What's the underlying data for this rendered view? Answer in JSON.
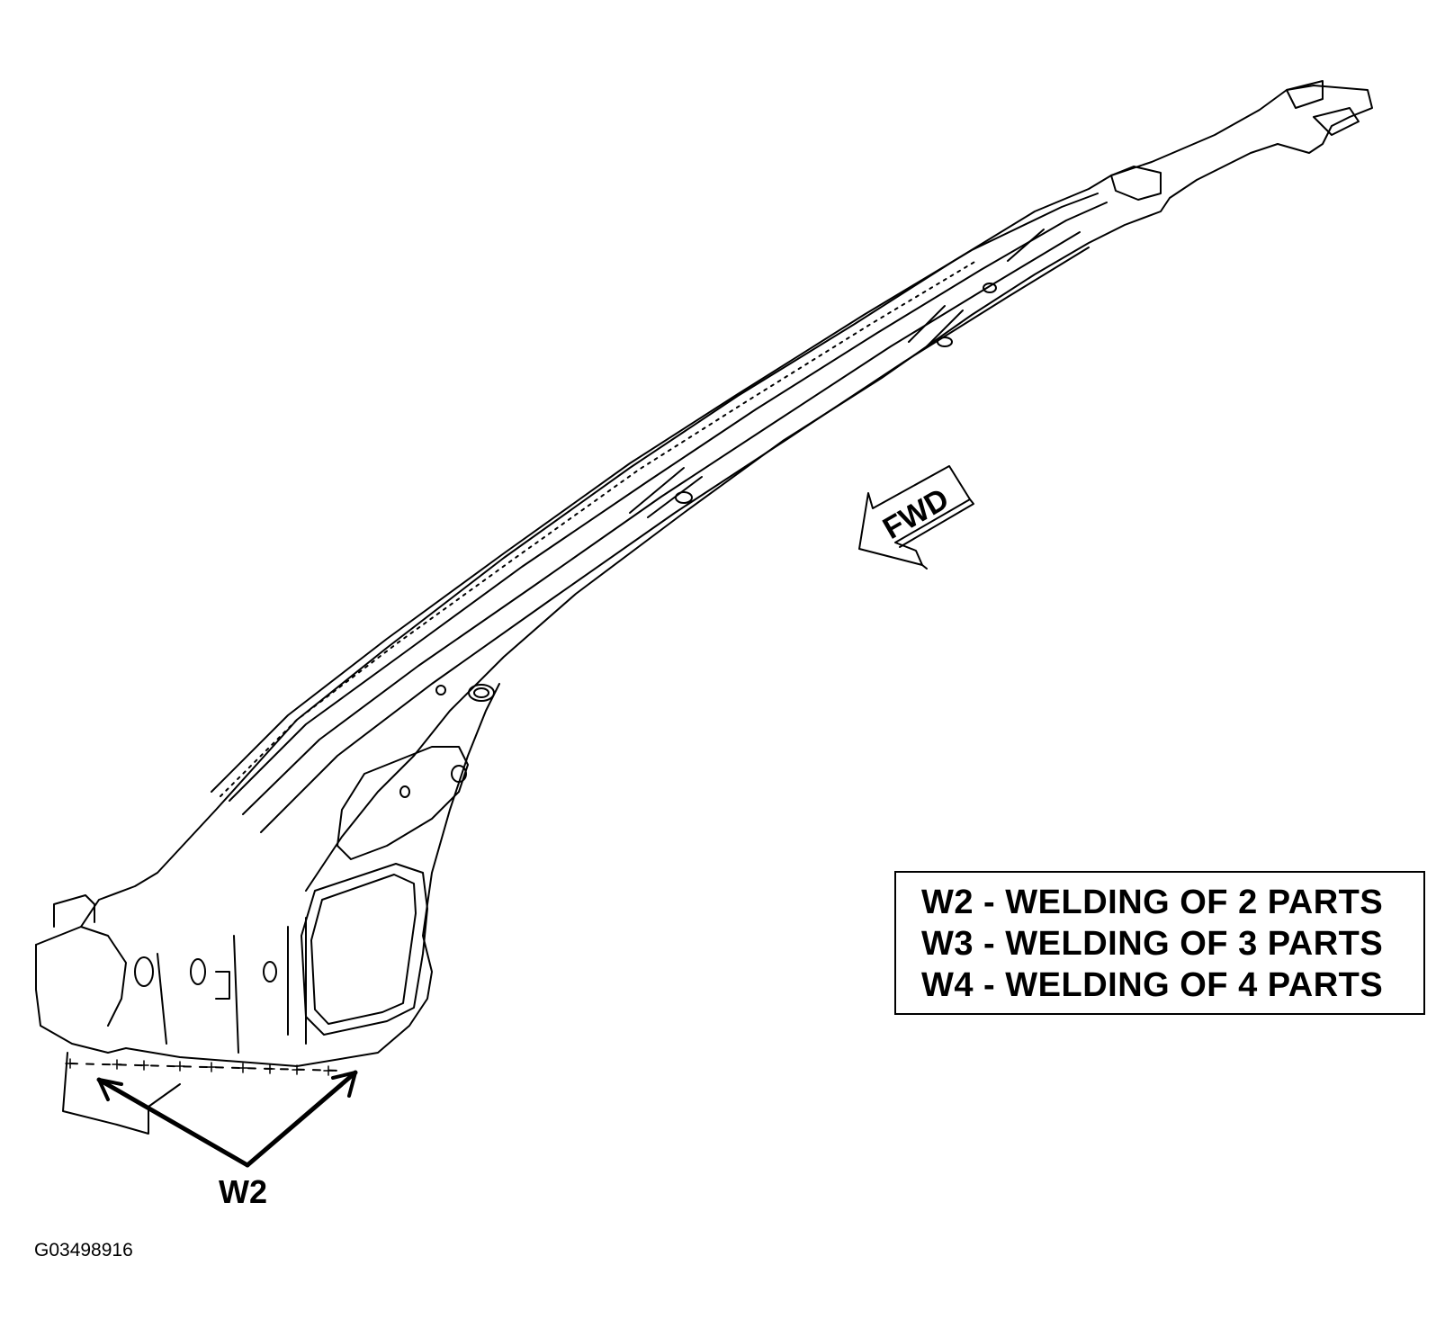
{
  "legend": {
    "lines": [
      "W2 - WELDING OF 2 PARTS",
      "W3 - WELDING OF 3 PARTS",
      "W4 - WELDING OF 4 PARTS"
    ]
  },
  "direction_arrow": {
    "label": "FWD"
  },
  "callout": {
    "label": "W2"
  },
  "figure_id": "G03498916",
  "colors": {
    "line": "#000000",
    "background": "#ffffff"
  }
}
